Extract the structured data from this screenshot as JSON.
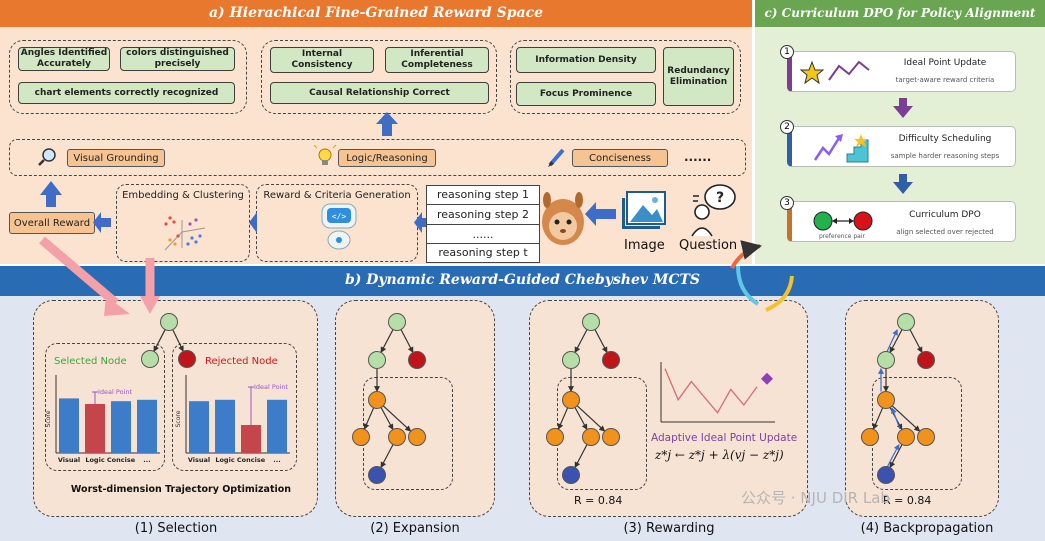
{
  "section_a": {
    "title": "a) Hierachical Fine-Grained Reward Space",
    "group1": [
      "Angles Identified Accurately",
      "colors distinguished precisely",
      "chart elements correctly recognized"
    ],
    "group2": [
      "Internal Consistency",
      "Inferential Completeness",
      "Causal Relationship Correct"
    ],
    "group3": [
      "Information Density",
      "Focus Prominence",
      "Redundancy Elimination"
    ],
    "dimensions": [
      "Visual Grounding",
      "Logic/Reasoning",
      "Conciseness"
    ],
    "ellipsis": "......",
    "embedding": "Embedding & Clustering",
    "reward_gen": "Reward & Criteria Generation",
    "overall": "Overall Reward",
    "steps": [
      "reasoning step 1",
      "reasoning step 2",
      "......",
      "reasoning step t"
    ],
    "image_label": "Image",
    "question_label": "Question"
  },
  "section_b": {
    "title": "b) Dynamic Reward-Guided Chebyshev MCTS",
    "selected": "Selected Node",
    "rejected": "Rejected Node",
    "ideal_point": "Ideal Point",
    "score": "Score",
    "bar_labels": [
      "Visual",
      "Logic",
      "Concise",
      "..."
    ],
    "selected_bars": [
      0.78,
      0.7,
      0.74,
      0.76
    ],
    "rejected_bars": [
      0.74,
      0.76,
      0.4,
      0.76
    ],
    "worst": "Worst-dimension Trajectory Optimization",
    "adaptive": "Adaptive Ideal Point Update",
    "formula": "z*j ← z*j + λ(vj − z*j)",
    "reward_value": "R = 0.84",
    "reward_value2": "R = 0.84",
    "line_values": [
      0.95,
      0.35,
      0.7,
      0.4,
      0.1,
      0.55,
      0.25,
      0.6
    ],
    "stages": [
      "(1) Selection",
      "(2) Expansion",
      "(3) Rewarding",
      "(4) Backpropagation"
    ],
    "watermark": "公众号 · NJU DIR Lab"
  },
  "section_c": {
    "title": "c) Curriculum DPO for Policy Alignment",
    "steps": [
      {
        "num": "1",
        "title": "Ideal Point Update",
        "sub": "target-aware reward criteria"
      },
      {
        "num": "2",
        "title": "Difficulty Scheduling",
        "sub": "sample harder reasoning steps"
      },
      {
        "num": "3",
        "title": "Curriculum DPO",
        "sub": "align selected over rejected"
      }
    ],
    "pref_label": "preference pair"
  },
  "colors": {
    "orange": "#e9782f",
    "green": "#6aa651",
    "blue": "#2a6cb3",
    "node_green": "#b5dfa6",
    "node_red": "#c0141b",
    "node_orange": "#f0921c",
    "node_blue": "#3a52b0"
  }
}
